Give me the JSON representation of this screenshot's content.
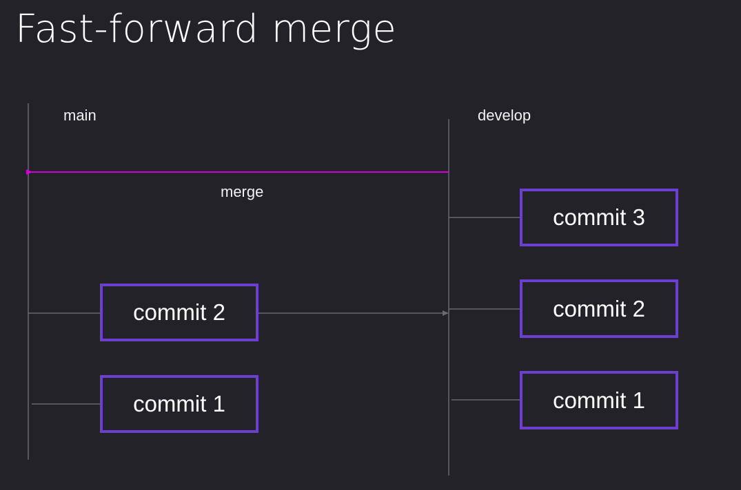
{
  "title": "Fast-forward merge",
  "branches": {
    "main": "main",
    "develop": "develop"
  },
  "merge_label": "merge",
  "main_commits": [
    "commit 2",
    "commit 1"
  ],
  "develop_commits": [
    "commit 3",
    "commit 2",
    "commit 1"
  ],
  "colors": {
    "background": "#232228",
    "commit_border": "#6c3fd1",
    "merge_arrow": "#d100d8",
    "branch_line": "#6a6a6e"
  }
}
